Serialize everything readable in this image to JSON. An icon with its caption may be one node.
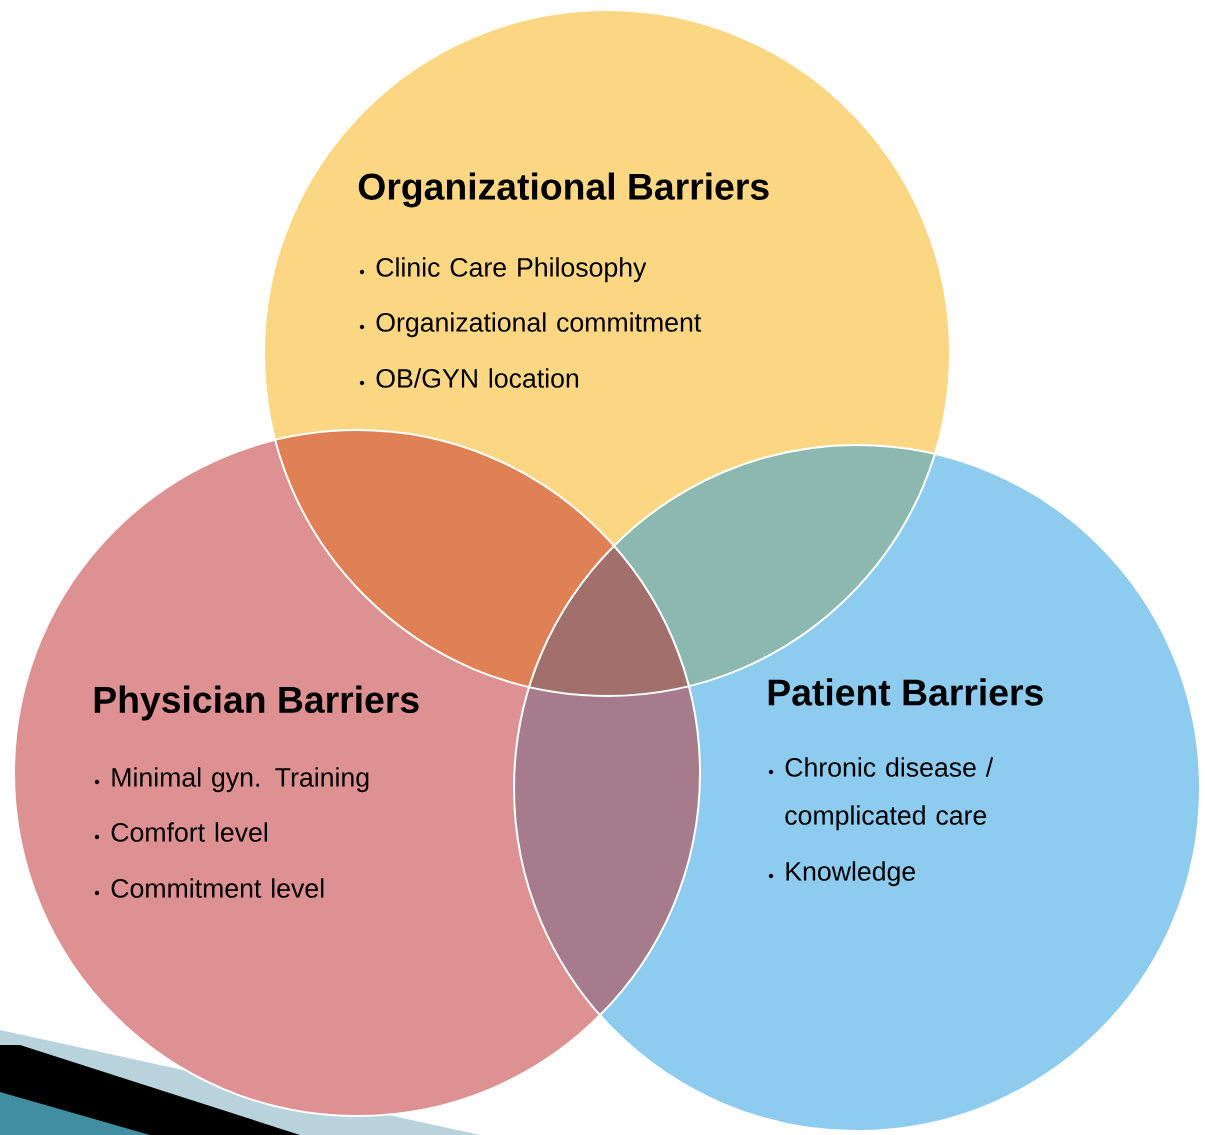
{
  "diagram": {
    "nodes": [
      {
        "text": [
          "Organizational Barriers",
          "Clinic Care Philosophy",
          "Organizational commitment",
          "OB/GYN location"
        ]
      },
      {
        "text": [
          "Physician Barriers",
          "Minimal gyn. Training",
          "Comfort level",
          "Commitment level"
        ]
      },
      {
        "text": [
          "Patient Barriers",
          "Chronic disease / complicated care",
          "Knowledge"
        ]
      }
    ]
  }
}
